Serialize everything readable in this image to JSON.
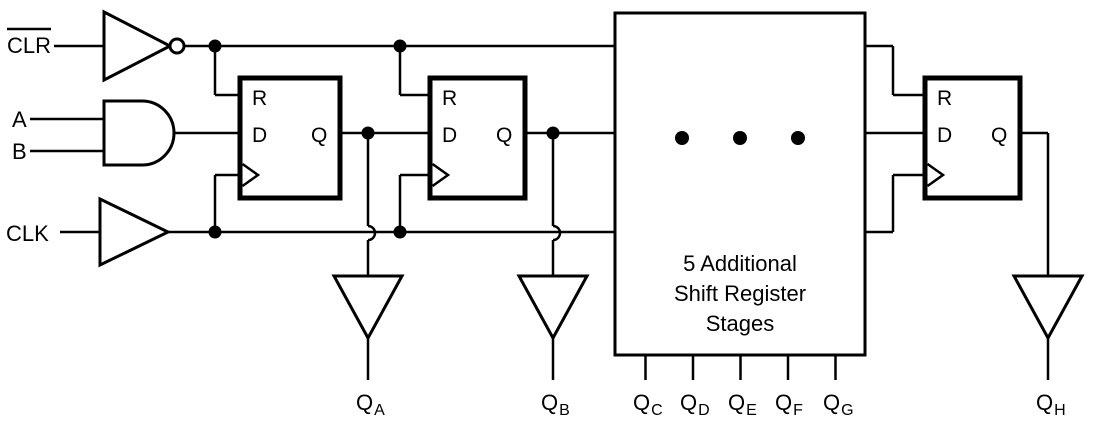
{
  "colors": {
    "line": "#000000",
    "background": "#ffffff"
  },
  "inputs": {
    "clr": "CLR",
    "a": "A",
    "b": "B",
    "clk": "CLK"
  },
  "flipflop": {
    "reset": "R",
    "data": "D",
    "output": "Q"
  },
  "stage_box": {
    "line1": "5 Additional",
    "line2": "Shift Register",
    "line3": "Stages"
  },
  "outputs": [
    {
      "main": "Q",
      "sub": "A"
    },
    {
      "main": "Q",
      "sub": "B"
    },
    {
      "main": "Q",
      "sub": "C"
    },
    {
      "main": "Q",
      "sub": "D"
    },
    {
      "main": "Q",
      "sub": "E"
    },
    {
      "main": "Q",
      "sub": "F"
    },
    {
      "main": "Q",
      "sub": "G"
    },
    {
      "main": "Q",
      "sub": "H"
    }
  ]
}
